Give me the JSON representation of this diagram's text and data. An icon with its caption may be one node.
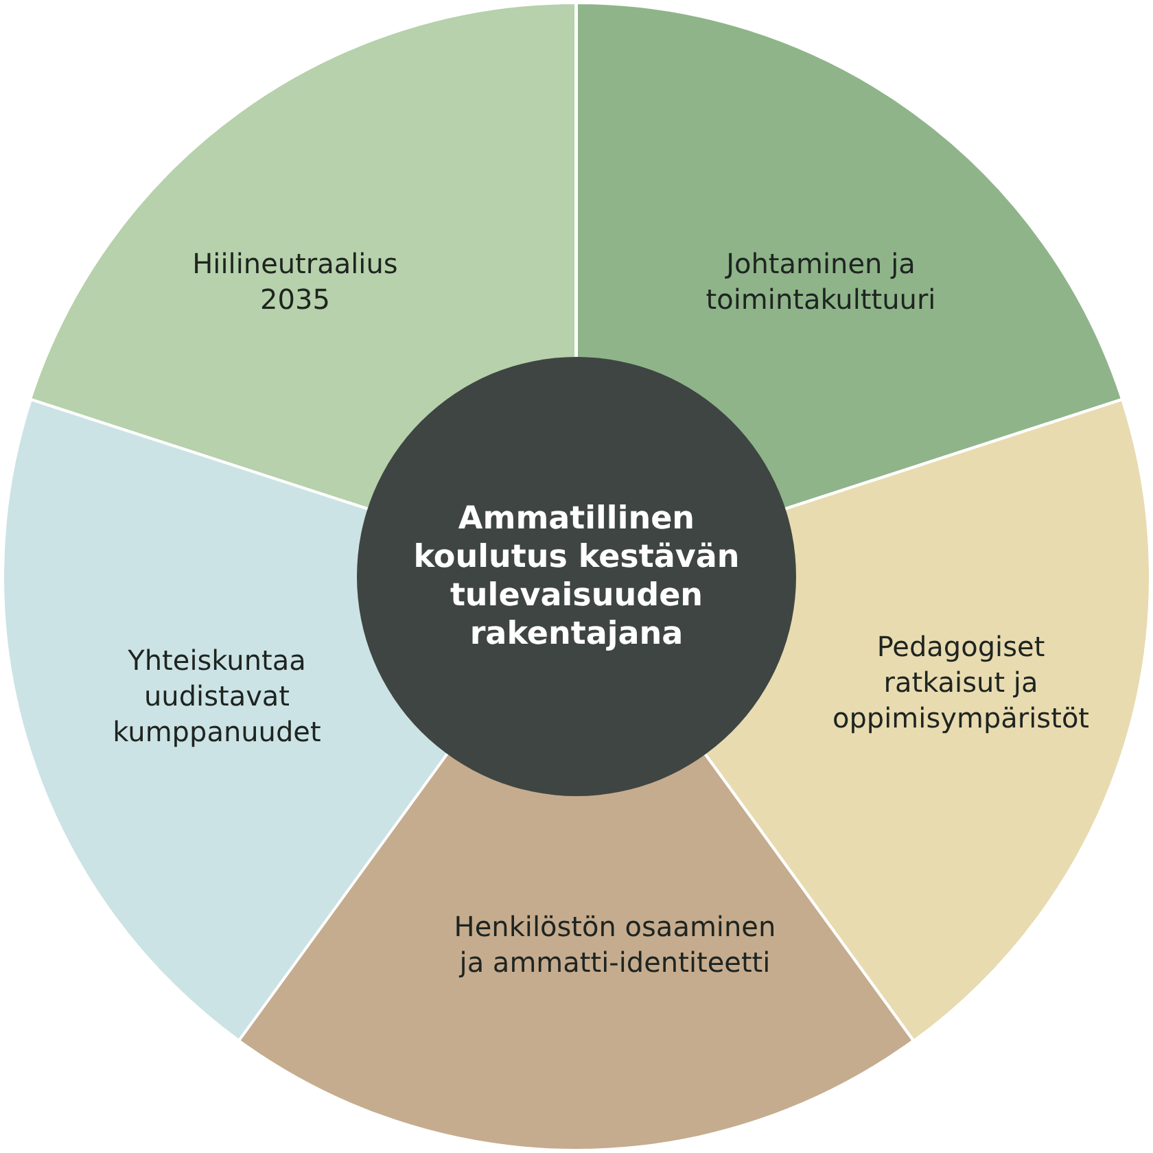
{
  "diagram": {
    "nodes": [
      {
        "text": [
          "Hiilineutraalius 2035"
        ]
      },
      {
        "text": [
          "Johtaminen ja toimintakulttuuri"
        ]
      },
      {
        "text": [
          "Yhteiskuntaa uudistavat kumppanuudet"
        ]
      },
      {
        "text": [
          "Ammatillinen koulutus kestävän tulevaisuuden rakentajana"
        ]
      },
      {
        "text": [
          "Pedagogiset ratkaisut ja oppimisympäristöt"
        ]
      },
      {
        "text": [
          "Henkilöstön osaaminen ja ammatti-identiteetti"
        ]
      }
    ]
  }
}
